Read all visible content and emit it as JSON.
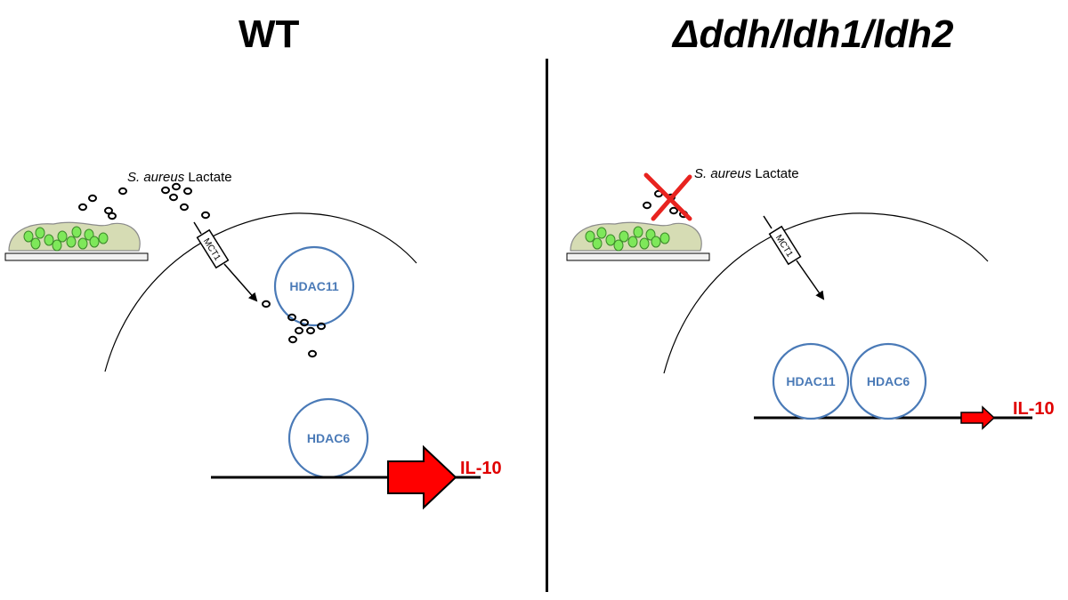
{
  "panels": {
    "left": {
      "title": "WT",
      "lactate_label_italic": "S. aureus",
      "lactate_label_rest": " Lactate",
      "transporter": "MCT1",
      "hdac_a": "HDAC11",
      "hdac_b": "HDAC6",
      "gene": "IL-10"
    },
    "right": {
      "title": "Δddh/ldh1/ldh2",
      "lactate_label_italic": "S. aureus",
      "lactate_label_rest": " Lactate",
      "transporter": "MCT1",
      "hdac_a": "HDAC11",
      "hdac_b": "HDAC6",
      "gene": "IL-10"
    }
  },
  "colors": {
    "hdac_stroke": "#4a7ab7",
    "gene_arrow": "#ff0000",
    "gene_label": "#e00000",
    "block_cross": "#e8231f",
    "biofilm_fill": "#d6dcb4",
    "bacteria_fill": "#7ee85a"
  }
}
